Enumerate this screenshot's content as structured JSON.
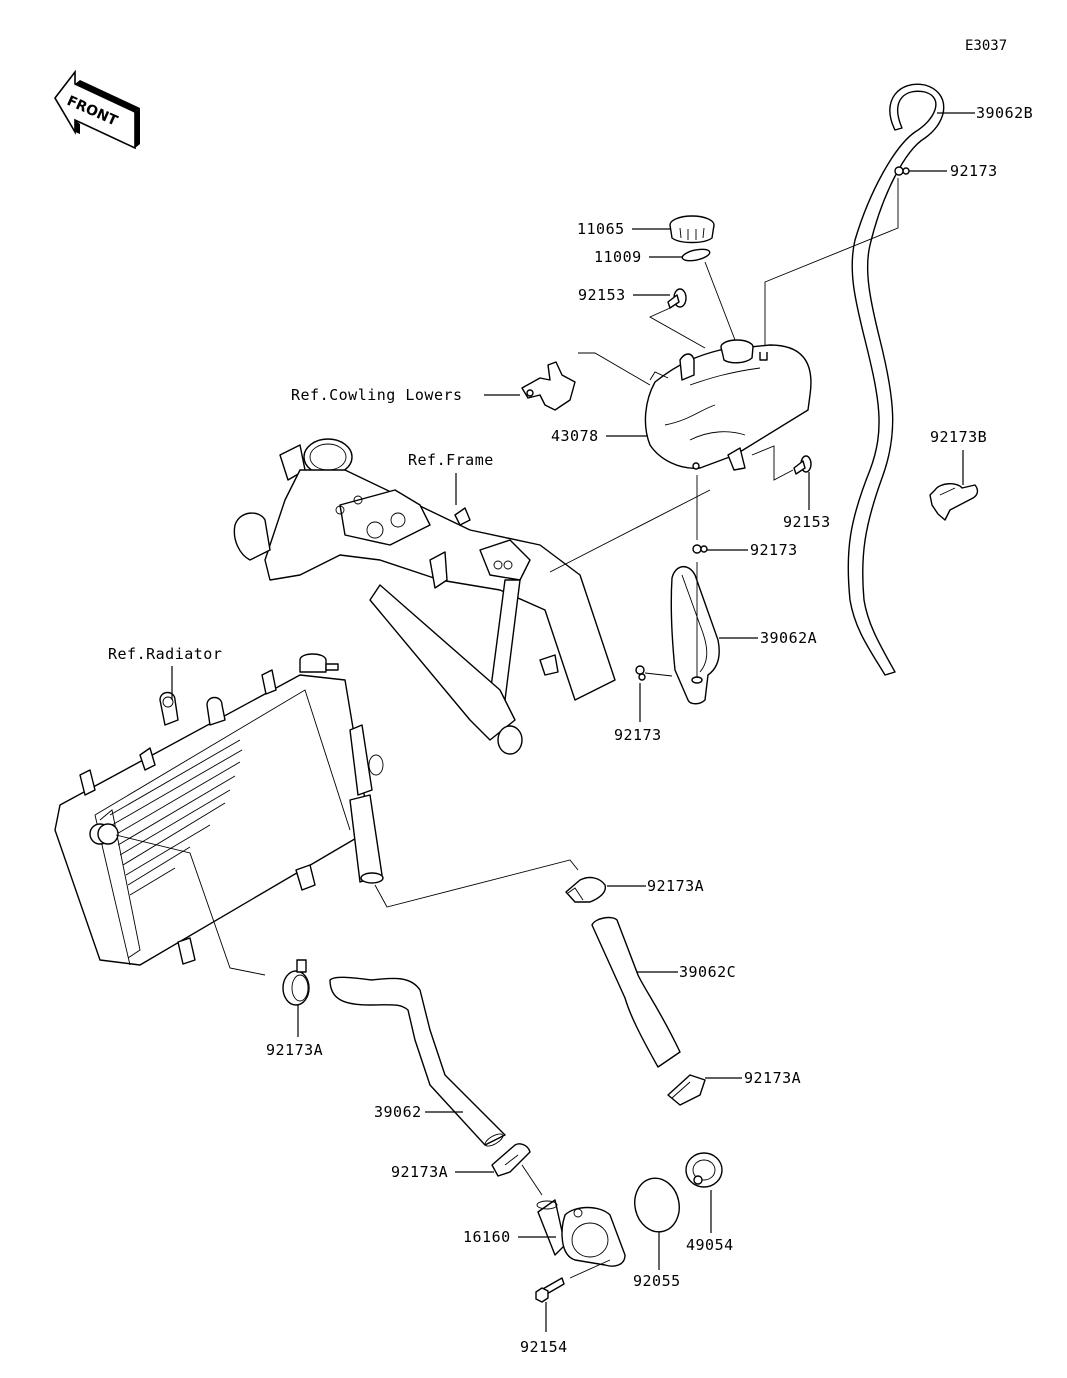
{
  "diagram": {
    "code": "E3037",
    "direction_marker": "FRONT",
    "colors": {
      "line": "#000000",
      "background": "#ffffff"
    },
    "labels": {
      "p39062B": "39062B",
      "p92173_top": "92173",
      "p11065": "11065",
      "p11009": "11009",
      "p92153_top": "92153",
      "ref_cowling": "Ref.Cowling Lowers",
      "p43078": "43078",
      "ref_frame": "Ref.Frame",
      "p92173B": "92173B",
      "p92153_right": "92153",
      "p92173_mid": "92173",
      "p39062A": "39062A",
      "p92173_low": "92173",
      "ref_radiator": "Ref.Radiator",
      "p92173A_1": "92173A",
      "p39062C": "39062C",
      "p92173A_2": "92173A",
      "p92173A_3": "92173A",
      "p39062": "39062",
      "p92173A_4": "92173A",
      "p16160": "16160",
      "p92055": "92055",
      "p49054": "49054",
      "p92154": "92154"
    }
  }
}
